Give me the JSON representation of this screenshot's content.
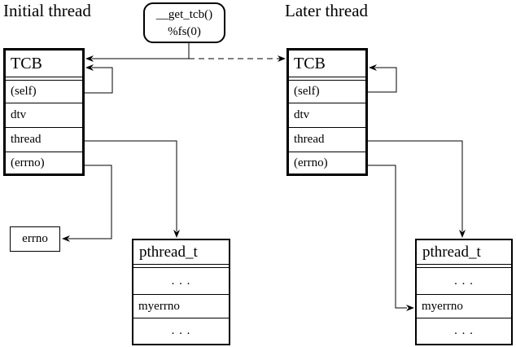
{
  "colors": {
    "line": "#000000",
    "background": "#ffffff",
    "text": "#000000"
  },
  "titles": {
    "initial": "Initial thread",
    "later": "Later thread"
  },
  "get_tcb": {
    "line1": "__get_tcb()",
    "line2": "%fs(0)"
  },
  "tcb_left": {
    "header": "TCB",
    "rows": [
      "(self)",
      "dtv",
      "thread",
      "(errno)"
    ]
  },
  "tcb_right": {
    "header": "TCB",
    "rows": [
      "(self)",
      "dtv",
      "thread",
      "(errno)"
    ]
  },
  "pthread_left": {
    "header": "pthread_t",
    "rows": [
      ". . .",
      "myerrno",
      ". . ."
    ]
  },
  "pthread_right": {
    "header": "pthread_t",
    "rows": [
      ". . .",
      "myerrno",
      ". . ."
    ]
  },
  "errno_box": {
    "label": "errno"
  }
}
